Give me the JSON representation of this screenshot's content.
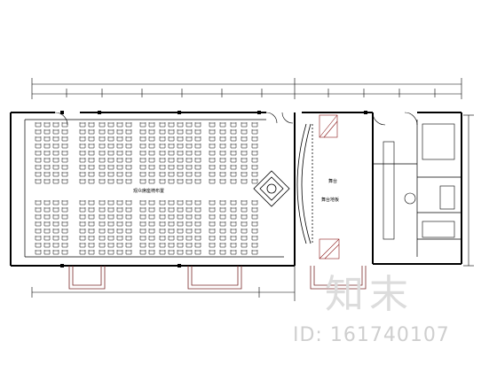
{
  "drawing": {
    "stage_label": "舞台",
    "stage_floor_note": "舞台地板",
    "seating_note": "观众席座椅布置"
  },
  "watermark": {
    "logo": "知末",
    "id_text": "ID: 161740107"
  },
  "colors": {
    "line": "#000000",
    "hatch": "#8b1a1a",
    "window": "#7a2a2a",
    "watermark": "#cfcfcf"
  }
}
